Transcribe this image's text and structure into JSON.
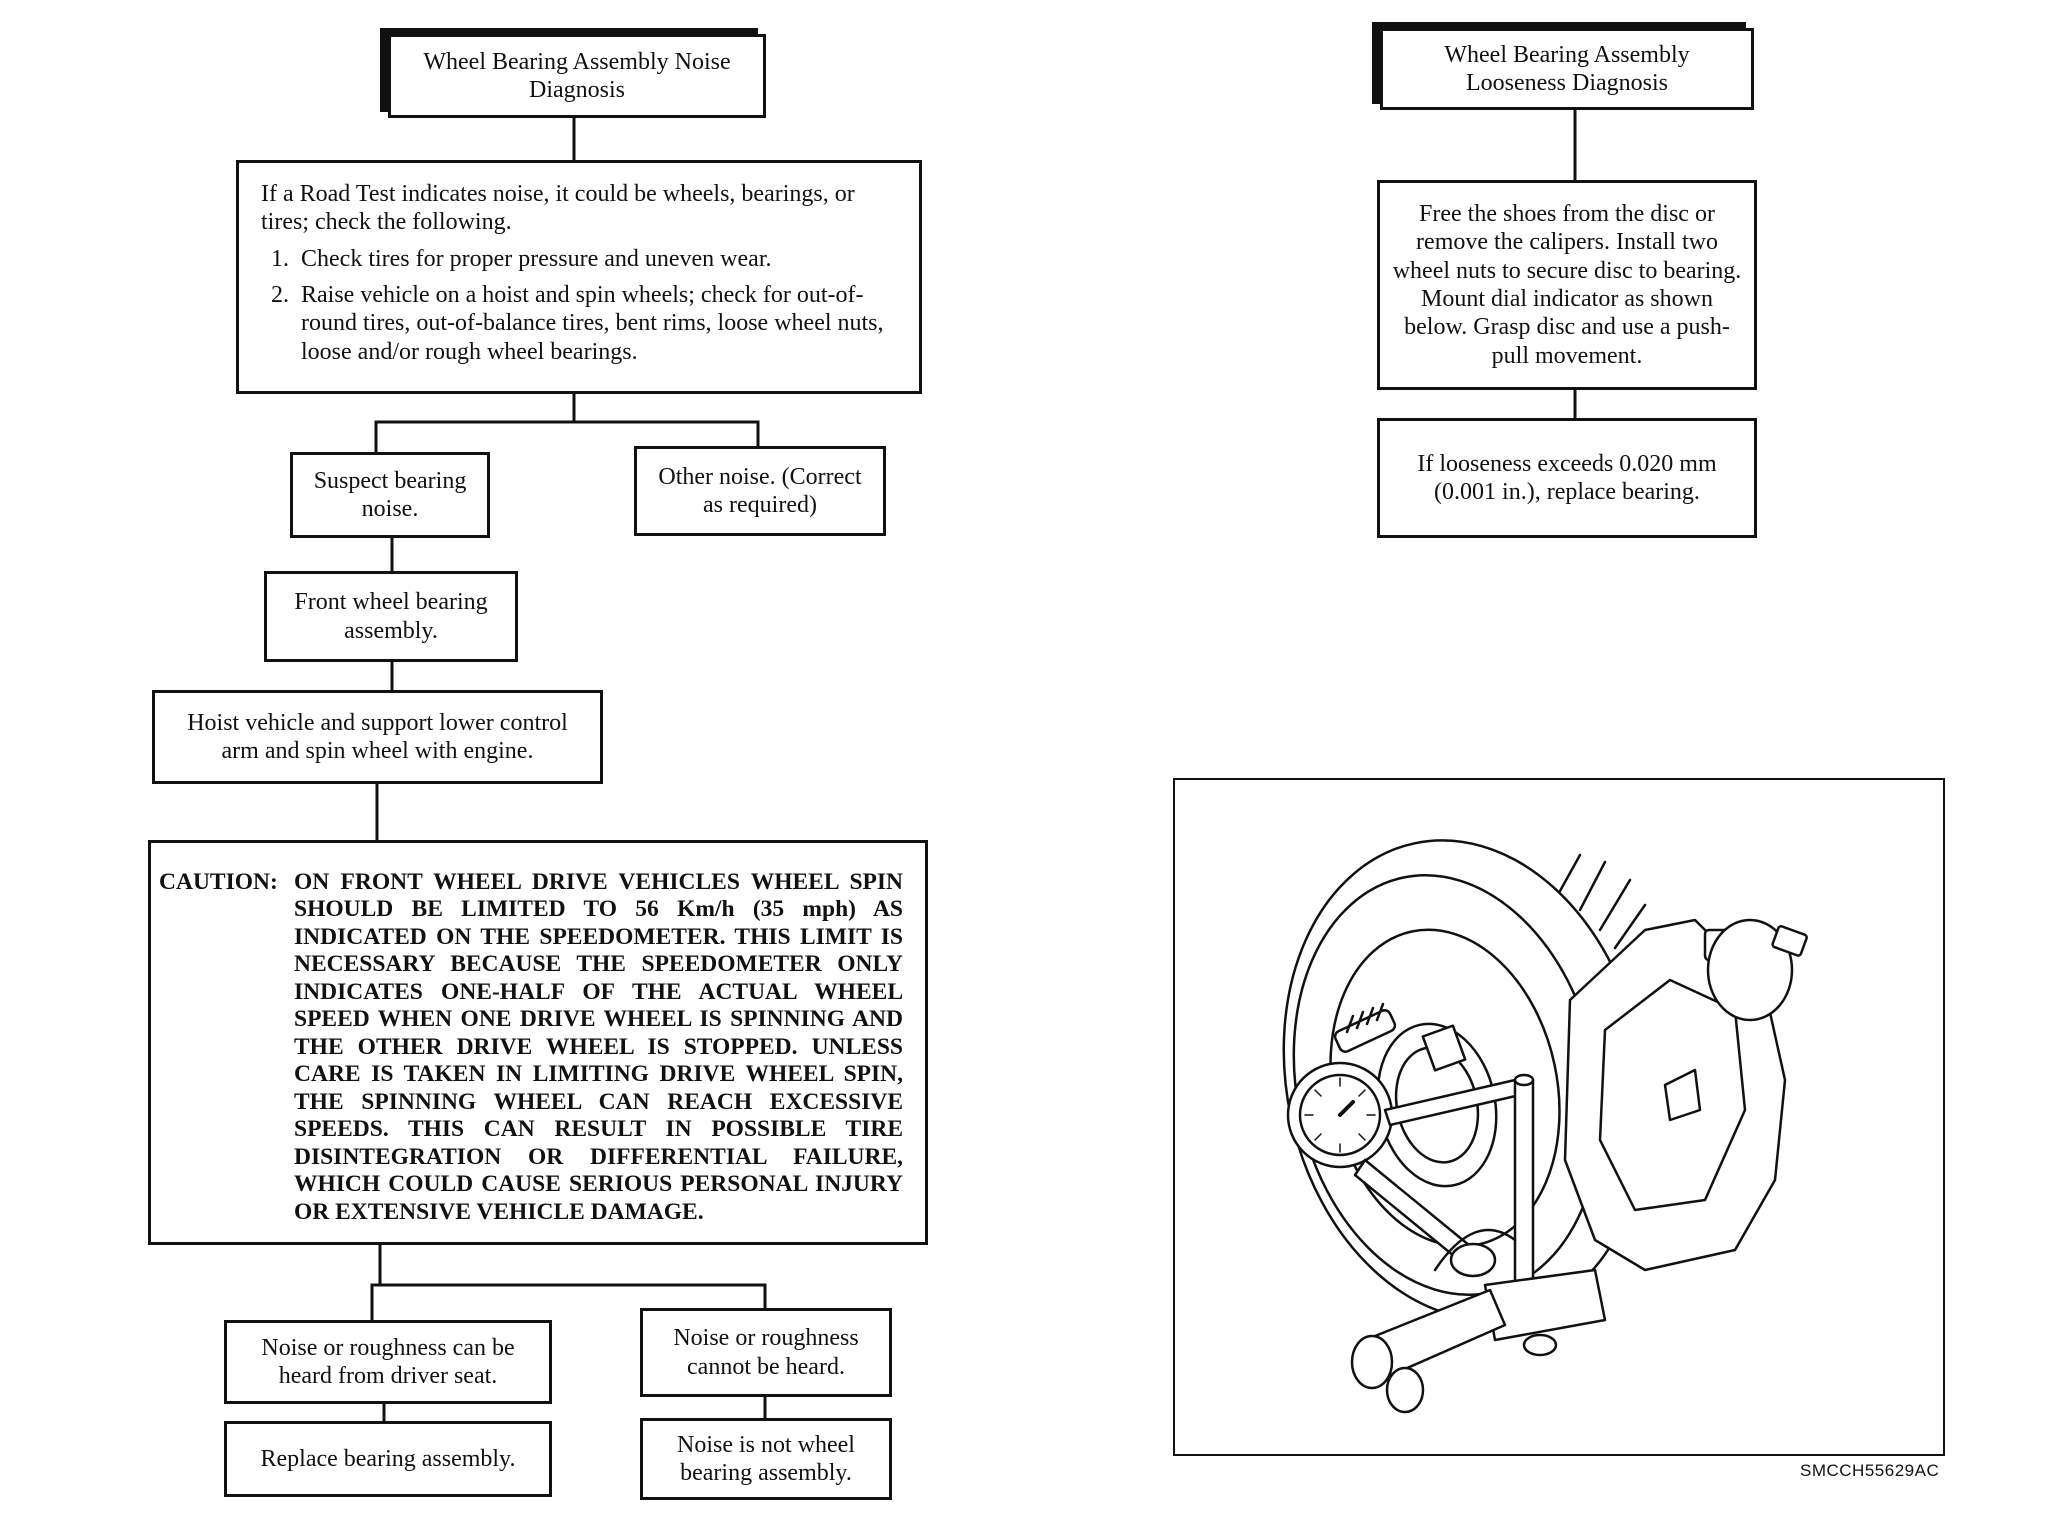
{
  "noise": {
    "title": "Wheel Bearing Assembly Noise Diagnosis",
    "intro": "If a Road Test indicates noise, it could be wheels, bearings, or tires; check the following.",
    "steps": [
      "Check tires for proper pressure and uneven wear.",
      "Raise vehicle on a hoist and spin wheels; check for out-of-round tires, out-of-balance tires, bent rims, loose wheel nuts, loose and/or rough wheel bearings."
    ],
    "suspect": "Suspect bearing noise.",
    "other": "Other noise. (Correct as required)",
    "front": "Front wheel bearing assembly.",
    "hoist": "Hoist vehicle and support lower control arm and spin wheel with engine.",
    "caution_label": "CAUTION:",
    "caution_text": "ON FRONT WHEEL DRIVE VEHICLES WHEEL SPIN SHOULD BE LIMITED TO 56 Km/h (35 mph) AS INDICATED ON THE SPEEDOMETER. THIS LIMIT IS NECESSARY BECAUSE THE SPEEDOMETER ONLY INDICATES ONE-HALF OF THE ACTUAL WHEEL SPEED WHEN ONE DRIVE WHEEL IS SPINNING AND THE OTHER DRIVE WHEEL IS STOPPED. UNLESS CARE IS TAKEN IN LIMITING DRIVE WHEEL SPIN, THE SPINNING WHEEL CAN REACH EXCESSIVE SPEEDS. THIS CAN RESULT IN POSSIBLE TIRE DISINTEGRATION OR DIFFERENTIAL FAILURE, WHICH COULD CAUSE SERIOUS PERSONAL INJURY OR EXTENSIVE VEHICLE DAMAGE.",
    "heard": "Noise or roughness can be heard from driver seat.",
    "not_heard": "Noise or roughness cannot be heard.",
    "replace": "Replace bearing assembly.",
    "not_bearing": "Noise is not wheel bearing assembly."
  },
  "looseness": {
    "title": "Wheel Bearing Assembly Looseness Diagnosis",
    "procedure": "Free the shoes from the disc or remove the calipers. Install two wheel nuts to secure disc to bearing. Mount dial indicator as shown below. Grasp disc and use a push-pull movement.",
    "limit": "If looseness exceeds 0.020 mm (0.001 in.), replace bearing."
  },
  "figure_id": "SMCCH55629AC"
}
